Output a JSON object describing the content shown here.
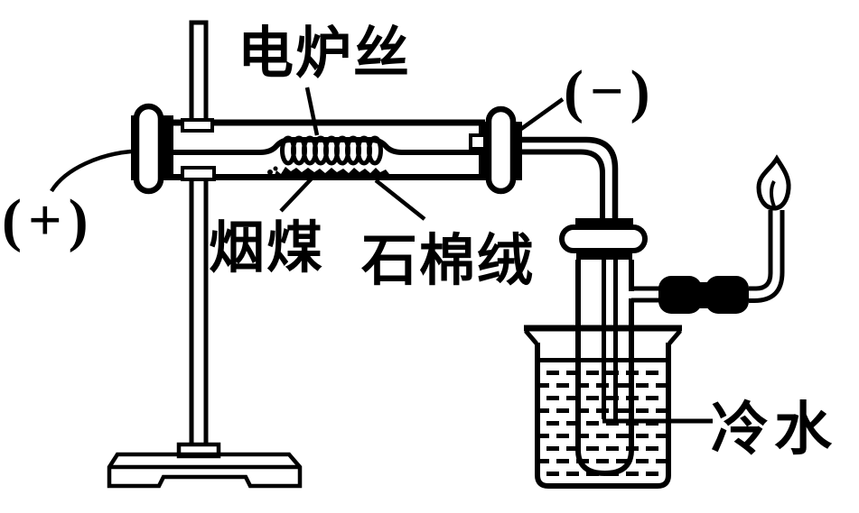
{
  "diagram": {
    "background_color": "#ffffff",
    "line_color": "#000000",
    "labels": {
      "heating_wire": "电炉丝",
      "positive_terminal": "(+)",
      "negative_terminal": "(−)",
      "coal": "烟煤",
      "asbestos_wool": "石棉绒",
      "cold_water": "冷水"
    },
    "apparatus": [
      "iron-stand",
      "horizontal-glass-tube",
      "heating-coil",
      "coal-sample",
      "left-rubber-stopper",
      "right-rubber-stopper",
      "wire-to-positive-terminal",
      "delivery-tube",
      "test-tube",
      "test-tube-stopper",
      "side-arm",
      "rubber-tubing-connector",
      "gas-jet-tube",
      "gas-flame",
      "beaker",
      "cold-water-bath"
    ]
  }
}
